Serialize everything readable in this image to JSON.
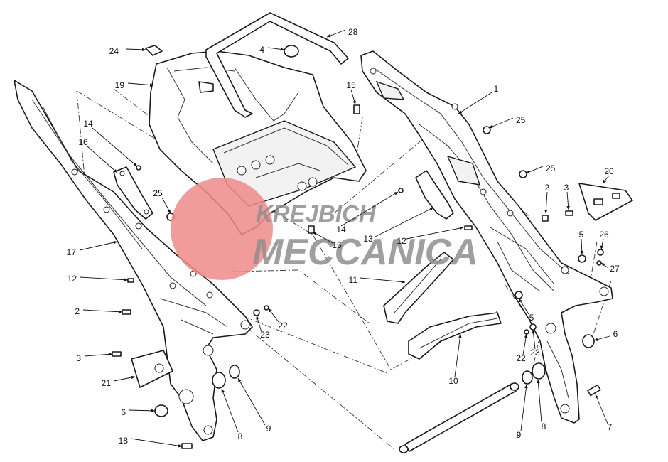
{
  "watermark": {
    "line1": "KREJBICH",
    "line2": "MECCANICA",
    "circle_color": "#f08a8a",
    "text_color": "#8f8f8f"
  },
  "callouts": [
    {
      "id": "c24",
      "label": "24"
    },
    {
      "id": "c4",
      "label": "4"
    },
    {
      "id": "c28",
      "label": "28"
    },
    {
      "id": "c19",
      "label": "19"
    },
    {
      "id": "c15a",
      "label": "15"
    },
    {
      "id": "c1",
      "label": "1"
    },
    {
      "id": "c14a",
      "label": "14"
    },
    {
      "id": "c16",
      "label": "16"
    },
    {
      "id": "c25a",
      "label": "25"
    },
    {
      "id": "c25b",
      "label": "25"
    },
    {
      "id": "c25c",
      "label": "25"
    },
    {
      "id": "c20",
      "label": "20"
    },
    {
      "id": "c2a",
      "label": "2"
    },
    {
      "id": "c3a",
      "label": "3"
    },
    {
      "id": "c14b",
      "label": "14"
    },
    {
      "id": "c15b",
      "label": "15"
    },
    {
      "id": "c13",
      "label": "13"
    },
    {
      "id": "c12a",
      "label": "12"
    },
    {
      "id": "c5a",
      "label": "5"
    },
    {
      "id": "c26",
      "label": "26"
    },
    {
      "id": "c27",
      "label": "27"
    },
    {
      "id": "c17",
      "label": "17"
    },
    {
      "id": "c12b",
      "label": "12"
    },
    {
      "id": "c11",
      "label": "11"
    },
    {
      "id": "c2b",
      "label": "2"
    },
    {
      "id": "c22a",
      "label": "22"
    },
    {
      "id": "c23a",
      "label": "23"
    },
    {
      "id": "c5b",
      "label": "5"
    },
    {
      "id": "c6a",
      "label": "6"
    },
    {
      "id": "c3b",
      "label": "3"
    },
    {
      "id": "c22b",
      "label": "22"
    },
    {
      "id": "c23b",
      "label": "23"
    },
    {
      "id": "c21",
      "label": "21"
    },
    {
      "id": "c10",
      "label": "10"
    },
    {
      "id": "c6b",
      "label": "6"
    },
    {
      "id": "c7",
      "label": "7"
    },
    {
      "id": "c8a",
      "label": "8"
    },
    {
      "id": "c9a",
      "label": "9"
    },
    {
      "id": "c9b",
      "label": "9"
    },
    {
      "id": "c8b",
      "label": "8"
    },
    {
      "id": "c18",
      "label": "18"
    }
  ]
}
